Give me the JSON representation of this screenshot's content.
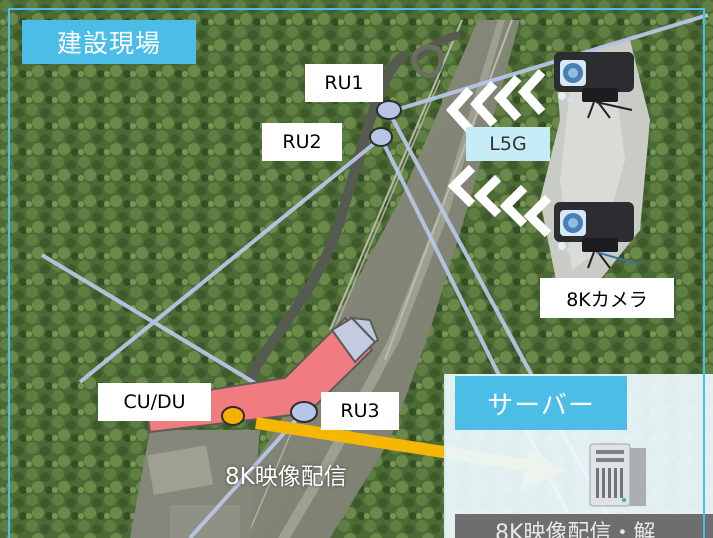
{
  "site_title": "建設現場",
  "wireless_label": "L5G",
  "units": {
    "ru1": "RU1",
    "ru2": "RU2",
    "ru3": "RU3",
    "cu_du": "CU/DU"
  },
  "camera_label": "8Kカメラ",
  "distribution_label": "8K映像配信",
  "server_title": "サーバー",
  "bottom_text": "8K映像配信・解",
  "icons": [
    "camera-icon",
    "server-icon",
    "signal-chevron-icon"
  ],
  "colors": {
    "accent": "#4bbde6",
    "arrow": "#f5b700",
    "cable_red": "#f07c80",
    "node_fill": "#b7c6e6",
    "cu_node": "#f5b000"
  }
}
